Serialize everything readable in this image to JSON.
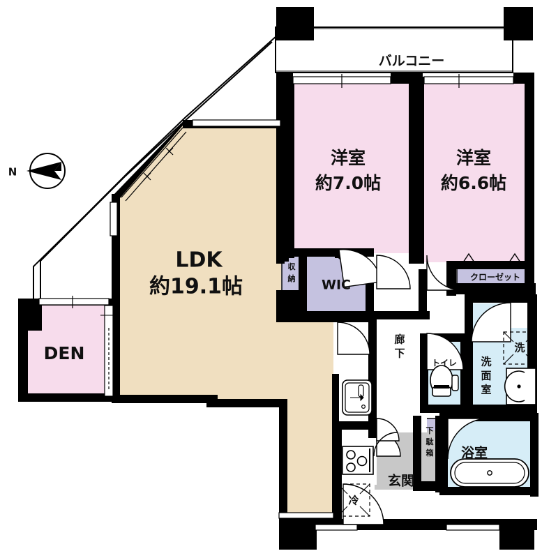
{
  "plan": {
    "title": "間取り図",
    "compass": {
      "label": "N",
      "name": "north-arrow"
    },
    "colors": {
      "ldk_floor": "#F0DFC0",
      "bedroom_pink": "#F7DCEC",
      "closet_purple": "#C5C2E0",
      "water_blue": "#D6EDF7",
      "genkan_gray": "#C8C8C8",
      "wall_black": "#000000",
      "background": "#FFFFFF",
      "text": "#101010"
    },
    "rooms": [
      {
        "id": "balcony",
        "label": "バルコニー",
        "name": "room-balcony",
        "size": ""
      },
      {
        "id": "bedroom1",
        "label": "洋室",
        "name": "room-bedroom-1",
        "size": "約7.0帖"
      },
      {
        "id": "bedroom2",
        "label": "洋室",
        "name": "room-bedroom-2",
        "size": "約6.6帖"
      },
      {
        "id": "ldk",
        "label": "LDK",
        "name": "room-ldk",
        "size": "約19.1帖"
      },
      {
        "id": "den",
        "label": "DEN",
        "name": "room-den",
        "size": ""
      },
      {
        "id": "wic",
        "label": "WIC",
        "name": "room-wic",
        "size": ""
      },
      {
        "id": "storage",
        "label": "収納",
        "name": "room-storage",
        "size": ""
      },
      {
        "id": "closet",
        "label": "クローゼット",
        "name": "room-closet",
        "size": ""
      },
      {
        "id": "corridor",
        "label": "廊下",
        "name": "room-corridor",
        "size": ""
      },
      {
        "id": "toilet",
        "label": "トイレ",
        "name": "room-toilet",
        "size": ""
      },
      {
        "id": "washroom",
        "label": "洗面室",
        "name": "room-washroom",
        "size": ""
      },
      {
        "id": "laundry",
        "label": "洗",
        "name": "marker-washing-machine",
        "size": ""
      },
      {
        "id": "bathroom",
        "label": "浴室",
        "name": "room-bathroom",
        "size": ""
      },
      {
        "id": "genkan",
        "label": "玄関",
        "name": "room-entrance",
        "size": ""
      },
      {
        "id": "getabako",
        "label": "下駄箱",
        "name": "room-shoe-cabinet",
        "size": ""
      },
      {
        "id": "fridge",
        "label": "冷",
        "name": "marker-refrigerator",
        "size": ""
      }
    ],
    "labels": {
      "balcony": "バルコニー",
      "bedroom1_name": "洋室",
      "bedroom1_size": "約7.0帖",
      "bedroom2_name": "洋室",
      "bedroom2_size": "約6.6帖",
      "ldk_name": "LDK",
      "ldk_size": "約19.1帖",
      "den": "DEN",
      "wic": "WIC",
      "storage": "収納",
      "closet": "クローゼット",
      "corridor_1": "廊",
      "corridor_2": "下",
      "toilet": "トイレ",
      "washroom_1": "洗",
      "washroom_2": "面",
      "washroom_3": "室",
      "laundry": "洗",
      "bathroom": "浴室",
      "genkan": "玄関",
      "getabako_1": "下",
      "getabako_2": "駄",
      "getabako_3": "箱",
      "fridge": "冷",
      "compass_n": "N"
    },
    "fixtures": [
      {
        "name": "kitchen-sink-icon"
      },
      {
        "name": "kitchen-stove-icon"
      },
      {
        "name": "toilet-icon"
      },
      {
        "name": "washbasin-icon"
      },
      {
        "name": "bathtub-icon"
      },
      {
        "name": "washing-machine-space-icon"
      },
      {
        "name": "refrigerator-space-icon"
      }
    ]
  }
}
